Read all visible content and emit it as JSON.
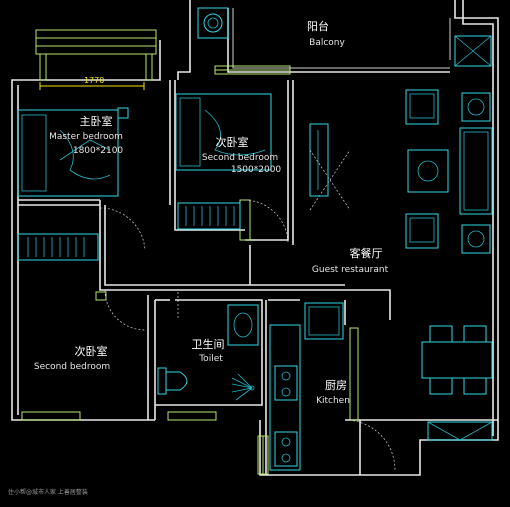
{
  "rooms": {
    "balcony": {
      "cn": "阳台",
      "en": "Balcony"
    },
    "master_bedroom": {
      "cn": "主卧室",
      "en": "Master bedroom",
      "size": "1800*2100"
    },
    "second_bedroom_top": {
      "cn": "次卧室",
      "en": "Second bedroom",
      "size": "1500*2000"
    },
    "guest_restaurant": {
      "cn": "客餐厅",
      "en": "Guest restaurant"
    },
    "second_bedroom_left": {
      "cn": "次卧室",
      "en": "Second bedroom"
    },
    "toilet": {
      "cn": "卫生间",
      "en": "Toilet"
    },
    "kitchen": {
      "cn": "厨房",
      "en": "Kitchen"
    }
  },
  "dimension": {
    "value": "1770"
  },
  "watermark": "住小帮@城市人家 上善居整装",
  "colors": {
    "background": "#000000",
    "wall": "#e8e8e8",
    "furniture": "#2fd8e6",
    "window": "#b6e86a",
    "dimension": "#f5e000"
  }
}
